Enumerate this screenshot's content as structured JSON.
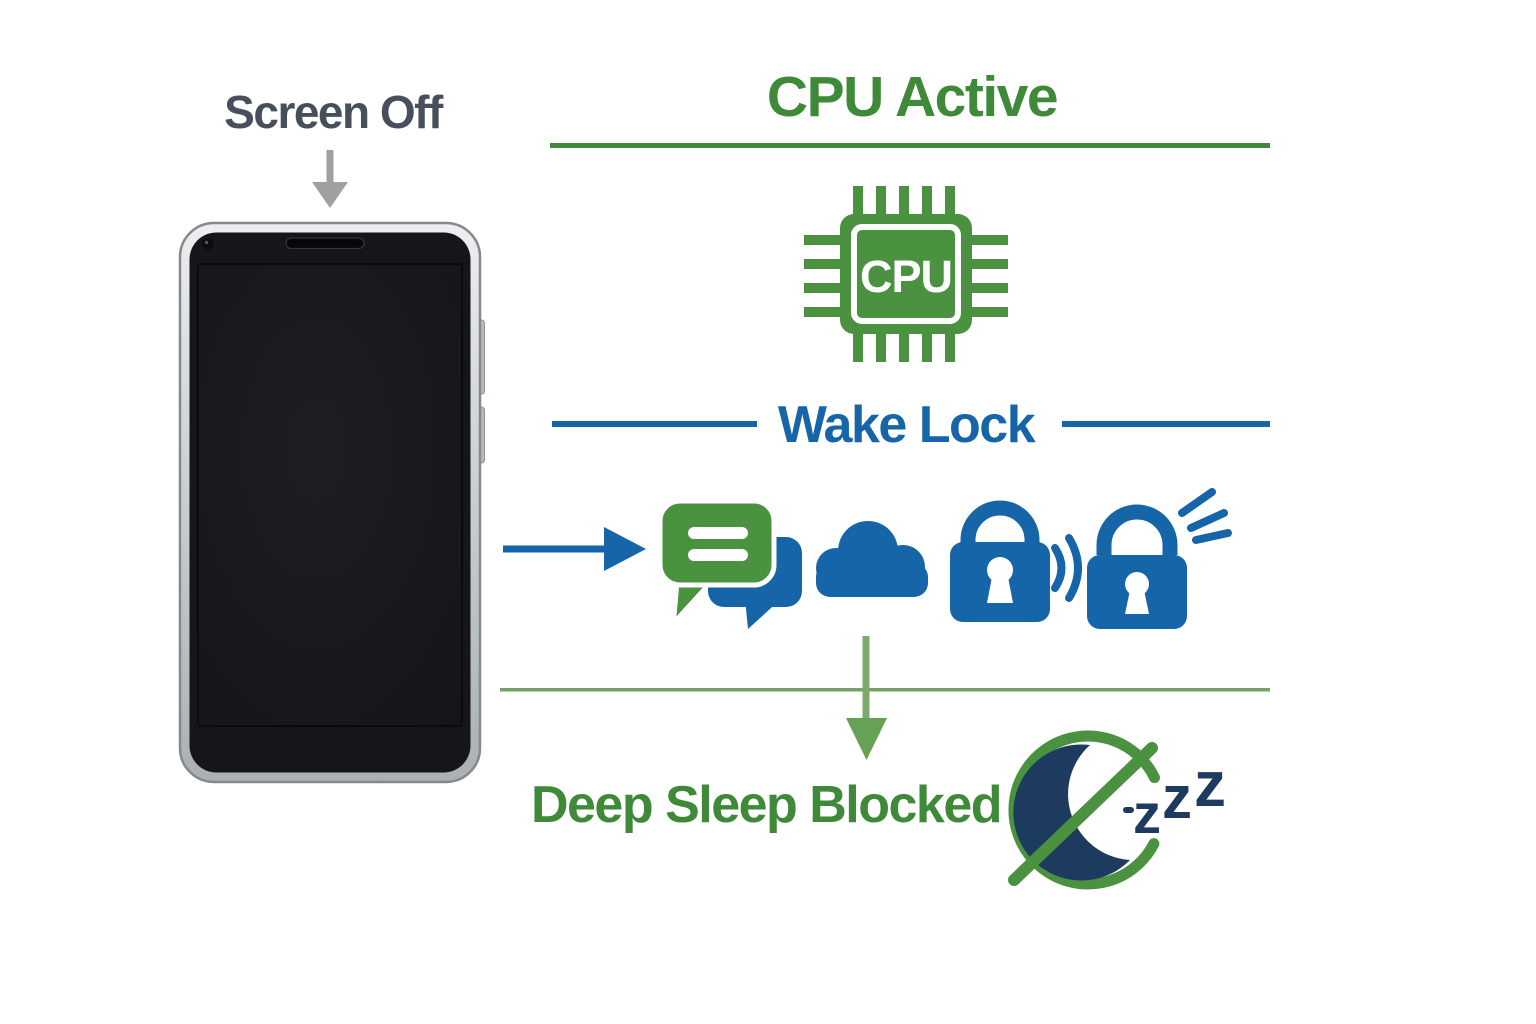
{
  "colors": {
    "green": "#3E8A38",
    "icon_green": "#4A9140",
    "green_soft": "#74A167",
    "arrow_green": "#7BAA6C",
    "arrow_green_dark": "#66A156",
    "blue": "#1565A8",
    "navy": "#1D3A5F",
    "slate": "#47505A",
    "gray_arrow": "#9FA0A0"
  },
  "screen_off": {
    "label": "Screen Off"
  },
  "cpu_section": {
    "title": "CPU Active",
    "chip_label": "CPU"
  },
  "wake_lock_section": {
    "title": "Wake Lock"
  },
  "deep_sleep_section": {
    "label": "Deep Sleep Blocked",
    "zzz": [
      "z",
      "z",
      "z"
    ]
  }
}
